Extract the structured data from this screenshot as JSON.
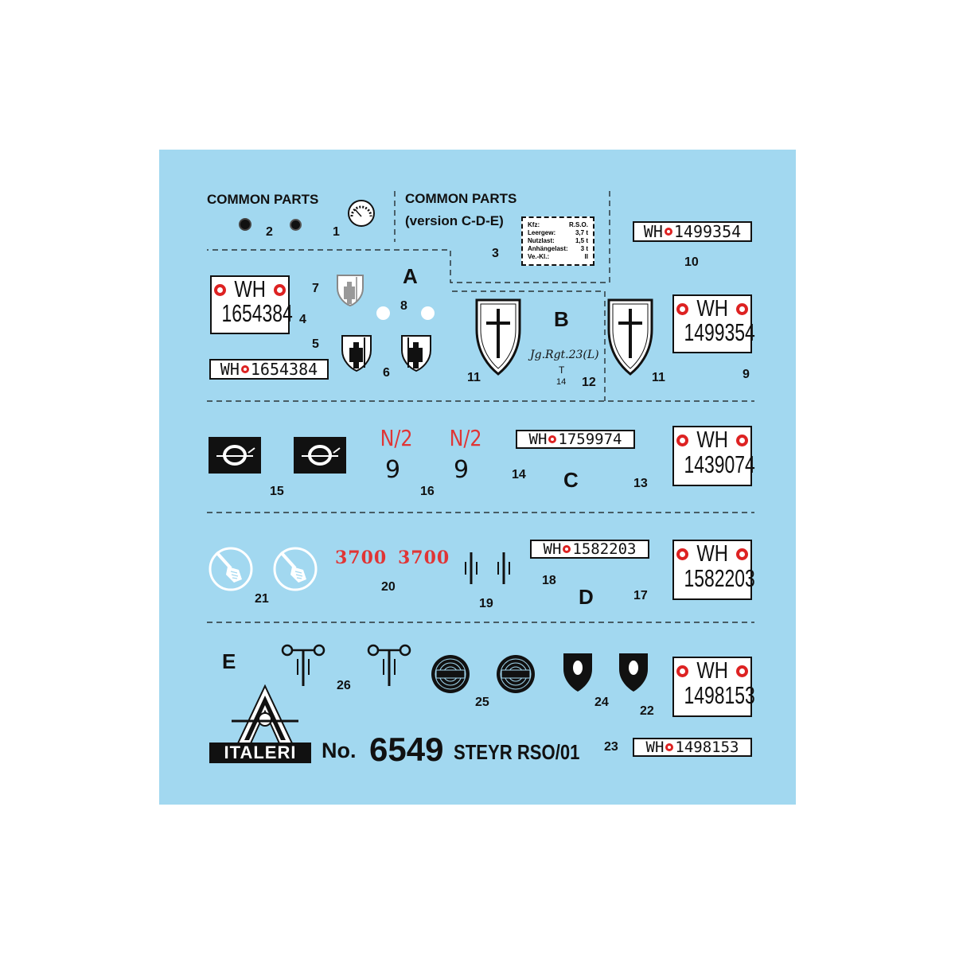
{
  "header": {
    "common_parts": "COMMON  PARTS",
    "common_parts_2": "COMMON PARTS",
    "version": "(version C-D-E)"
  },
  "sections": {
    "A": "A",
    "B": "B",
    "C": "C",
    "D": "D",
    "E": "E"
  },
  "numbers": {
    "n1": "1",
    "n2": "2",
    "n3": "3",
    "n4": "4",
    "n5": "5",
    "n6": "6",
    "n7": "7",
    "n8": "8",
    "n9": "9",
    "n10": "10",
    "n11a": "11",
    "n11b": "11",
    "n12": "12",
    "n13": "13",
    "n14a": "14",
    "n14b": "14",
    "n15": "15",
    "n16": "16",
    "n17": "17",
    "n18": "18",
    "n19": "19",
    "n20": "20",
    "n21": "21",
    "n22": "22",
    "n23": "23",
    "n24": "24",
    "n25": "25",
    "n26": "26"
  },
  "data_plate": {
    "rows": [
      {
        "label": "Kfz:",
        "value": "R.S.O."
      },
      {
        "label": "Leergew:",
        "value": "3,7 t"
      },
      {
        "label": "Nutzlast:",
        "value": "1,5 t"
      },
      {
        "label": "Anhängelast:",
        "value": "3 t"
      },
      {
        "label": "Ve.-Kl.:",
        "value": "II"
      }
    ]
  },
  "plates": {
    "wh": "WH",
    "p10": "1499354",
    "p4": "1654384",
    "p5": "1654384",
    "p9": "1499354",
    "p14": "1759974",
    "p13": "1439074",
    "p18": "1582203",
    "p17": "1582203",
    "p22": "1498153",
    "p23": "1498153"
  },
  "markings": {
    "regiment": "Jg.Rgt.23(L)",
    "regiment_t": "T",
    "n2_a": "N/2",
    "n2_b": "N/2",
    "nine_a": "9",
    "nine_b": "9",
    "red_3700_a": "3700",
    "red_3700_b": "3700"
  },
  "branding": {
    "logo_text": "ITALERI",
    "kit_no_prefix": "No.",
    "kit_no": "6549",
    "kit_name": "STEYR RSO/01"
  },
  "colors": {
    "sheet_bg": "#a2d8f0",
    "seal_red": "#d22222",
    "marking_red": "#e03535",
    "ink": "#111111"
  },
  "icons": [
    "speedometer-icon",
    "knob-icon",
    "shield-knight-icon",
    "cross-shield-icon",
    "wheel-symbol-icon",
    "sword-hand-icon",
    "tactical-sign-icon",
    "steyr-logo-icon",
    "black-shield-icon",
    "italeri-logo-icon"
  ]
}
